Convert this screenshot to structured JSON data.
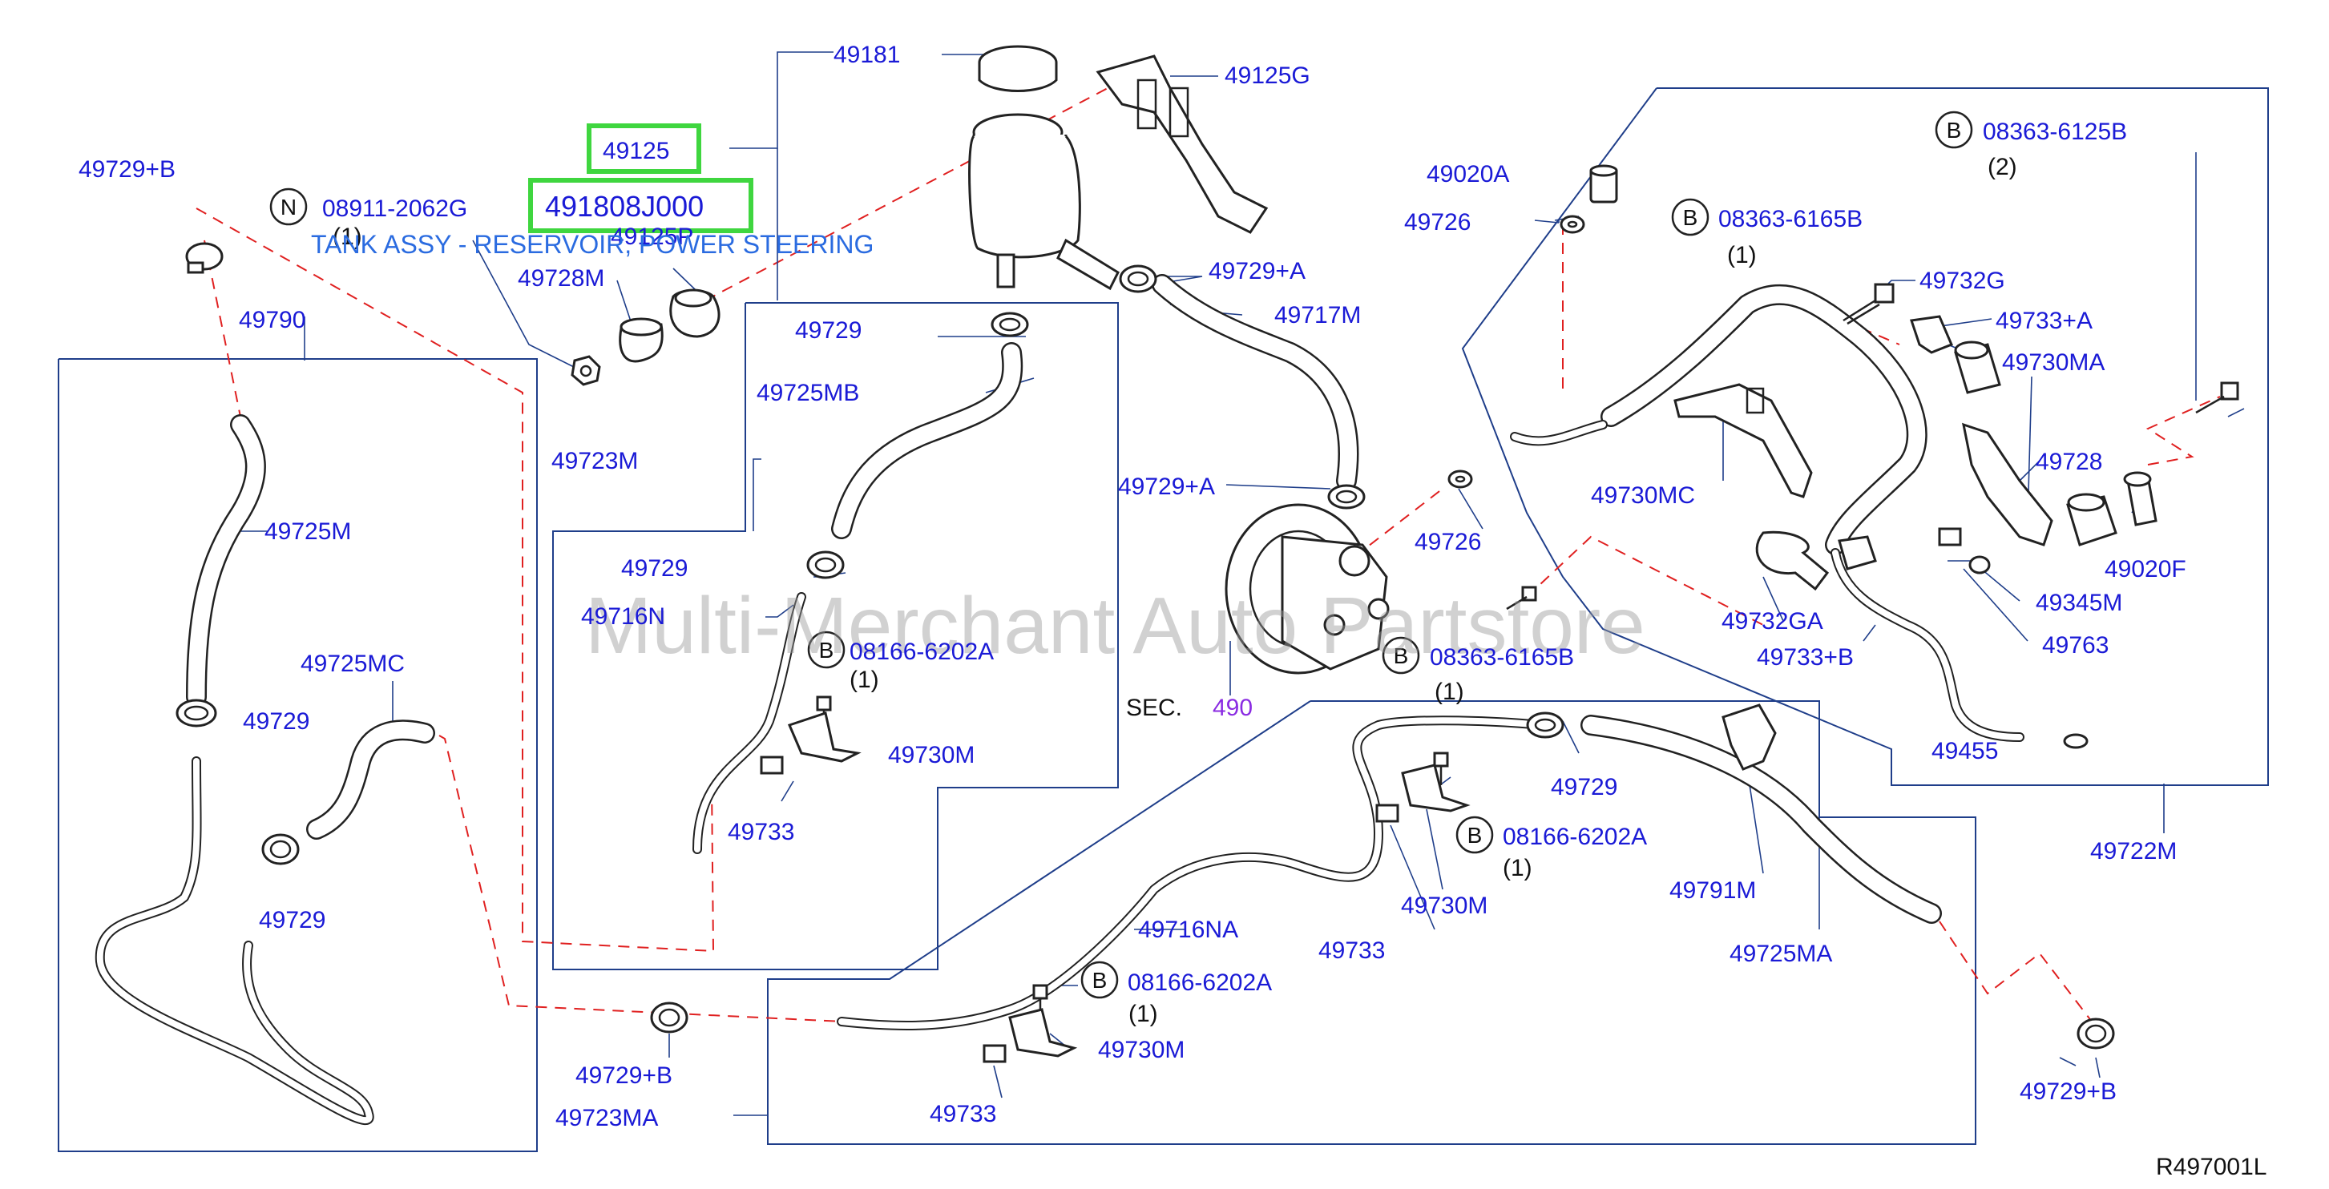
{
  "labels": {
    "p49181": "49181",
    "p49125G": "49125G",
    "p49125": "49125",
    "p491808J000": "491808J000",
    "p08911": "08911-2062G",
    "p08911_qty": "(1)",
    "p49125P": "49125P",
    "tank_desc": "TANK ASSY - RESERVOIR, POWER STEERING",
    "p49728M": "49728M",
    "p49729B_top": "49729+B",
    "p49790": "49790",
    "p49725M": "49725M",
    "p49729_left1": "49729",
    "p49725MC": "49725MC",
    "p49729_left2": "49729",
    "p49723M": "49723M",
    "p49729_mid1": "49729",
    "p49725MB": "49725MB",
    "p49729_mid2": "49729",
    "p49716N": "49716N",
    "p08166_a": "08166-6202A",
    "p08166_a_qty": "(1)",
    "p49730M_a": "49730M",
    "p49733_a": "49733",
    "p49729A_1": "49729+A",
    "p49717M": "49717M",
    "p49729A_2": "49729+A",
    "sec_label": "SEC.",
    "sec_num": "490",
    "p49020A": "49020A",
    "p49726_1": "49726",
    "p49726_2": "49726",
    "p08363_6165B_1": "08363-6165B",
    "p08363_6165B_1_qty": "(1)",
    "p08363_6125B": "08363-6125B",
    "p08363_6125B_qty": "(2)",
    "p49732G": "49732G",
    "p49733A": "49733+A",
    "p49730MA": "49730MA",
    "p49728": "49728",
    "p49020F": "49020F",
    "p49730MC": "49730MC",
    "p49345M": "49345M",
    "p49763": "49763",
    "p49732GA": "49732GA",
    "p49733B": "49733+B",
    "p08363_6165B_2": "08363-6165B",
    "p08363_6165B_2_qty": "(1)",
    "p49455": "49455",
    "p49722M": "49722M",
    "p49729_right": "49729",
    "p08166_b": "08166-6202A",
    "p08166_b_qty": "(1)",
    "p49791M": "49791M",
    "p49730M_b": "49730M",
    "p49733_b": "49733",
    "p49725MA": "49725MA",
    "p49716NA": "49716NA",
    "p08166_c": "08166-6202A",
    "p08166_c_qty": "(1)",
    "p49730M_c": "49730M",
    "p49733_c": "49733",
    "p49729B_bl": "49729+B",
    "p49723MA": "49723MA",
    "p49729B_br": "49729+B",
    "ref_code": "R497001L"
  },
  "callout_letters": {
    "n": "N",
    "b": "B"
  },
  "watermark": "Multi-Merchant Auto Partstore",
  "colors": {
    "label_blue": "#1a1ad6",
    "leader": "#1f3e8a",
    "dash_red": "#e02020",
    "highlight_green": "#3fd63f",
    "section_purple": "#8a2be2"
  }
}
